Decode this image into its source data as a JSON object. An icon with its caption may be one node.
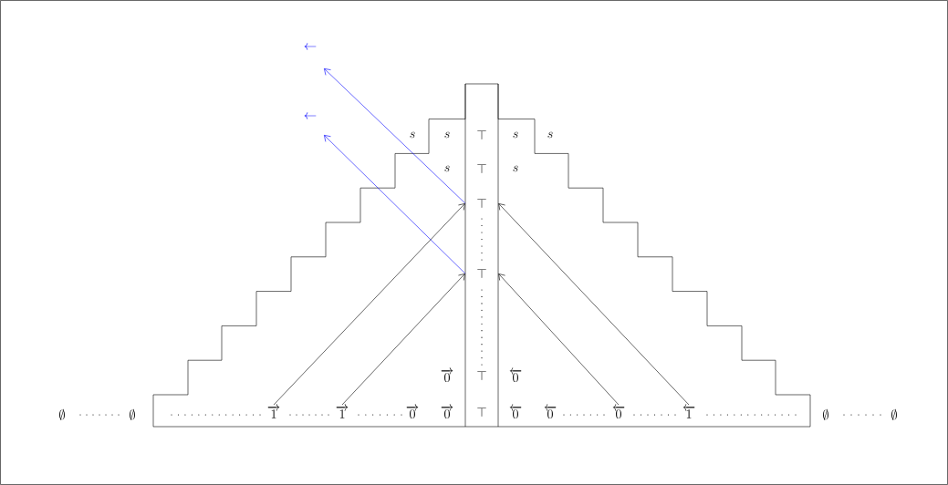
{
  "diagram": {
    "nodes": [
      {
        "text": [
          "\\top"
        ]
      },
      {
        "text": [
          "\\top"
        ]
      },
      {
        "text": [
          "\\overrightarrow{1}"
        ]
      },
      {
        "text": [
          "\\overrightarrow{1}"
        ]
      },
      {
        "text": [
          "\\overleftarrow{0}"
        ]
      },
      {
        "text": [
          "\\overleftarrow{1}"
        ]
      }
    ],
    "edges": [
      {
        "from": 2,
        "to": 0,
        "arrow": "to"
      },
      {
        "from": 3,
        "to": 1,
        "arrow": "to"
      },
      {
        "from": 5,
        "to": 0,
        "arrow": "to"
      },
      {
        "from": 4,
        "to": 1,
        "arrow": "to"
      },
      {
        "from": 0,
        "to": null,
        "arrow": "to",
        "color": "#0000ff"
      },
      {
        "from": 1,
        "to": null,
        "arrow": "to",
        "color": "#0000ff"
      }
    ],
    "labels": [
      "\\leftarrow",
      "\\leftarrow",
      "s",
      "s",
      "\\top",
      "s",
      "s",
      "s",
      "\\top",
      "s",
      "\\overrightarrow{0}",
      "\\top",
      "\\overleftarrow{0}",
      "\\emptyset",
      "\\emptyset",
      "\\overrightarrow{0}",
      "\\overrightarrow{0}",
      "\\top",
      "\\overleftarrow{0}",
      "\\overleftarrow{0}",
      "\\emptyset",
      "\\emptyset"
    ]
  }
}
